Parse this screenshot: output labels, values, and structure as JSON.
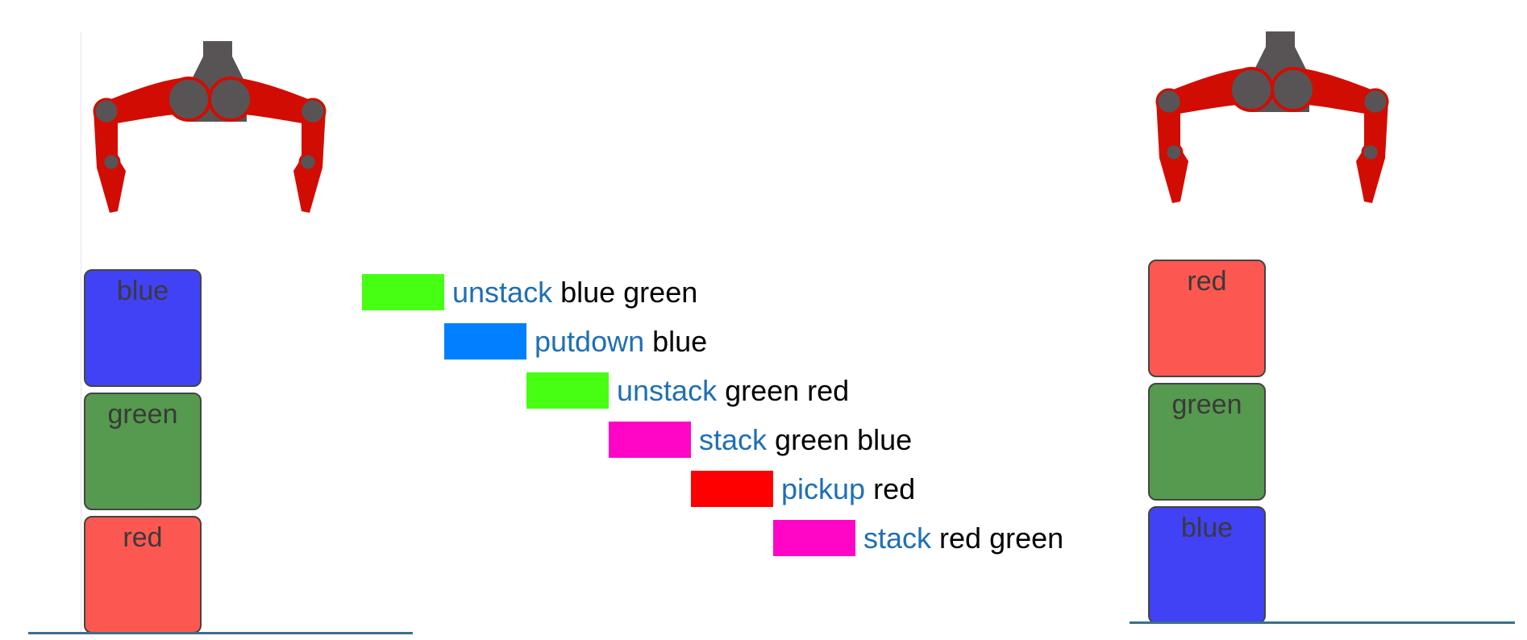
{
  "colors": {
    "blue": "#4141f5",
    "green": "#559a4e",
    "red": "#fc5851",
    "gripper_red": "#d10d03",
    "gripper_dark": "#585455",
    "ground": "#3b6f8c",
    "action_text": "#1f6fb5"
  },
  "initial_state": {
    "gripper_icon": "robot-gripper-icon",
    "stack": [
      {
        "label": "blue",
        "color": "blue"
      },
      {
        "label": "green",
        "color": "green"
      },
      {
        "label": "red",
        "color": "red"
      }
    ]
  },
  "plan": {
    "steps": [
      {
        "action": "unstack",
        "args": "blue green",
        "bar_color": "#46ff13"
      },
      {
        "action": "putdown",
        "args": "blue",
        "bar_color": "#0080ff"
      },
      {
        "action": "unstack",
        "args": "green red",
        "bar_color": "#46ff13"
      },
      {
        "action": "stack",
        "args": "green blue",
        "bar_color": "#ff06c7"
      },
      {
        "action": "pickup",
        "args": "red",
        "bar_color": "#ff0000"
      },
      {
        "action": "stack",
        "args": "red green",
        "bar_color": "#ff06c7"
      }
    ]
  },
  "goal_state": {
    "gripper_icon": "robot-gripper-icon",
    "stack": [
      {
        "label": "red",
        "color": "red"
      },
      {
        "label": "green",
        "color": "green"
      },
      {
        "label": "blue",
        "color": "blue"
      }
    ]
  }
}
